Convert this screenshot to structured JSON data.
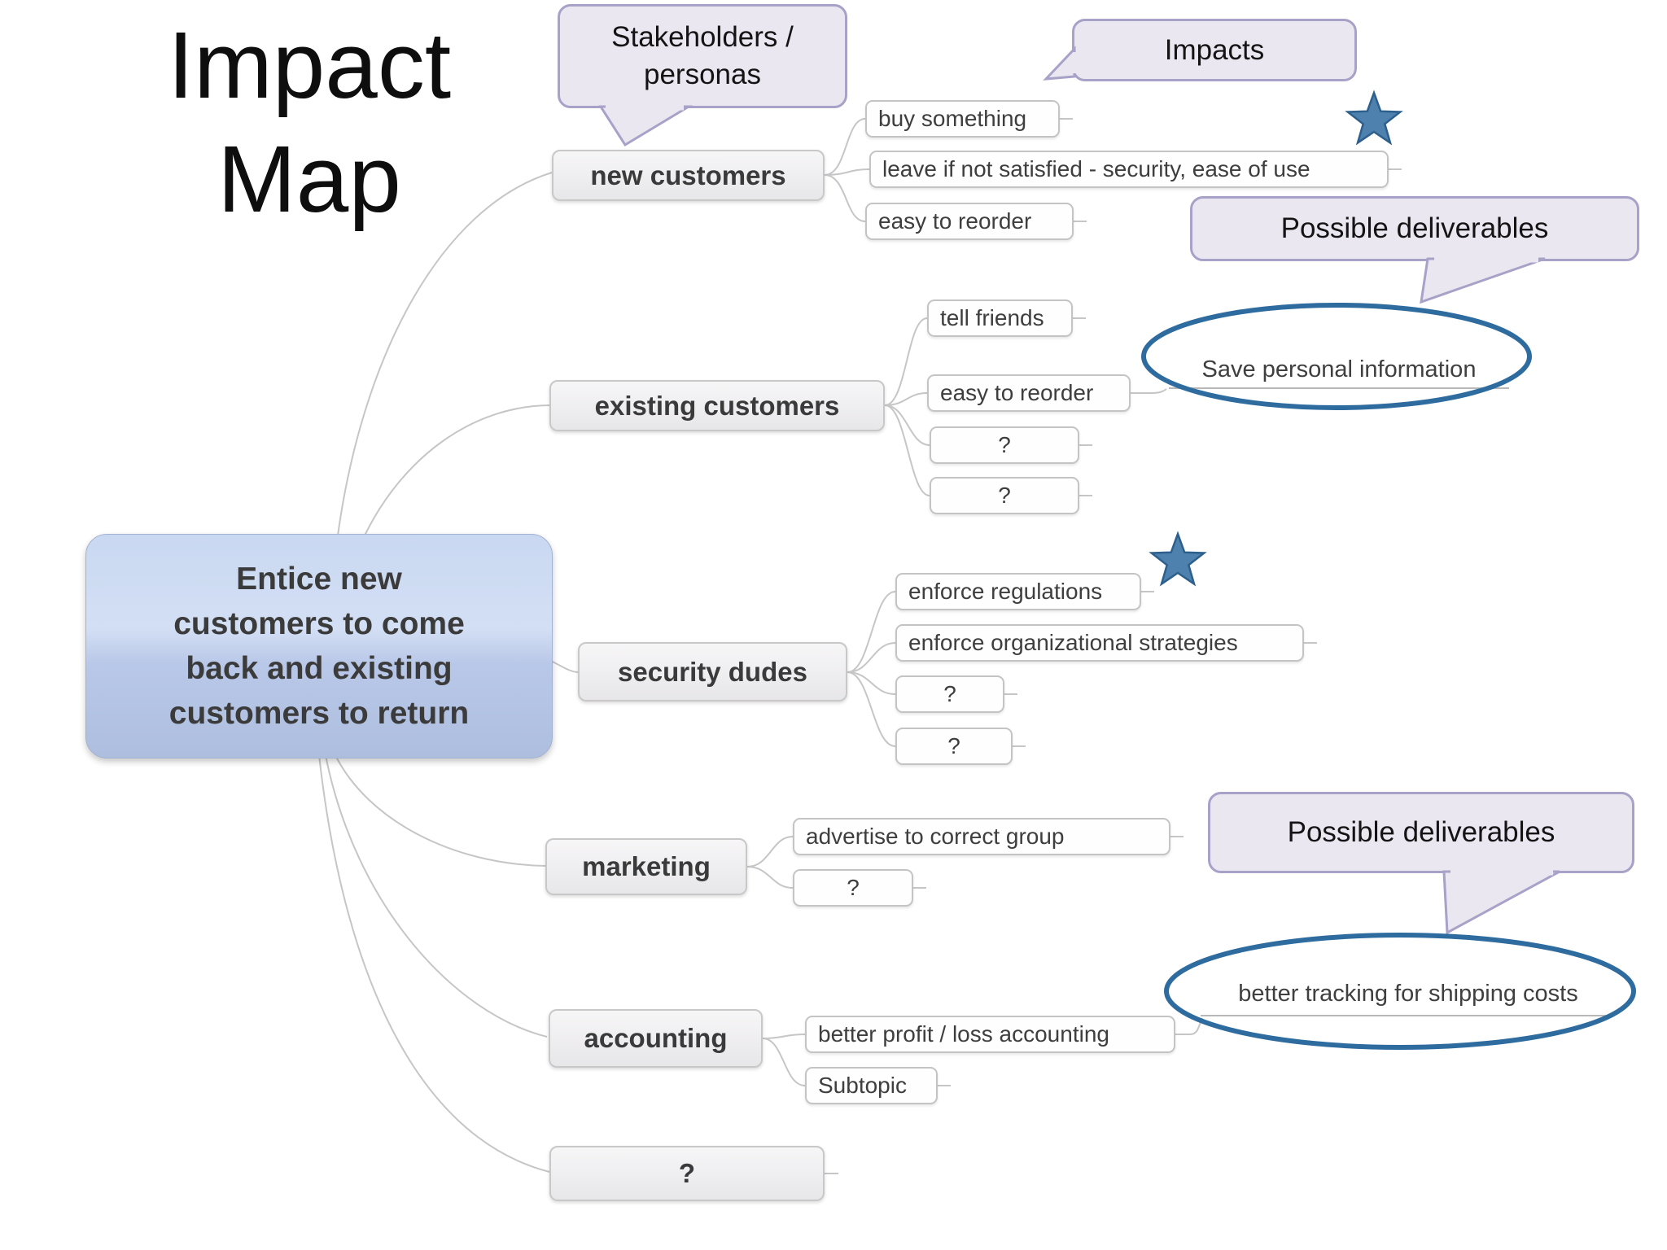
{
  "title": {
    "line1": "Impact",
    "line2": "Map"
  },
  "callouts": {
    "stakeholders": "Stakeholders / personas",
    "impacts": "Impacts",
    "deliverables_top": "Possible deliverables",
    "deliverables_bottom": "Possible deliverables"
  },
  "goal": {
    "lines": [
      "Entice new",
      "customers to come",
      "back and existing",
      "customers to return"
    ]
  },
  "branches": [
    {
      "label": "new customers",
      "children": [
        "buy something",
        "leave if not satisfied - security, ease of use",
        "easy to reorder"
      ]
    },
    {
      "label": "existing customers",
      "children": [
        "tell friends",
        "easy to reorder",
        "?",
        "?"
      ]
    },
    {
      "label": "security dudes",
      "children": [
        "enforce regulations",
        "enforce organizational strategies",
        "?",
        "?"
      ]
    },
    {
      "label": "marketing",
      "children": [
        "advertise to correct group",
        "?"
      ]
    },
    {
      "label": "accounting",
      "children": [
        "better profit / loss accounting",
        "Subtopic"
      ]
    },
    {
      "label": "?",
      "children": []
    }
  ],
  "deliverables": [
    {
      "label": "Save personal information"
    },
    {
      "label": "better tracking for shipping costs"
    }
  ],
  "icons": {
    "star": "★"
  },
  "colors": {
    "callout_fill": "#eae7f1",
    "callout_border": "#a8a1c8",
    "ellipse_stroke": "#2e6b9e",
    "star_fill": "#4e81ae",
    "star_stroke": "#2d5f8d",
    "central_gradient_top": "#c9d8f1",
    "central_gradient_bottom": "#aebede",
    "connector": "#c7c6c7",
    "node_text": "#3a3a3a"
  }
}
